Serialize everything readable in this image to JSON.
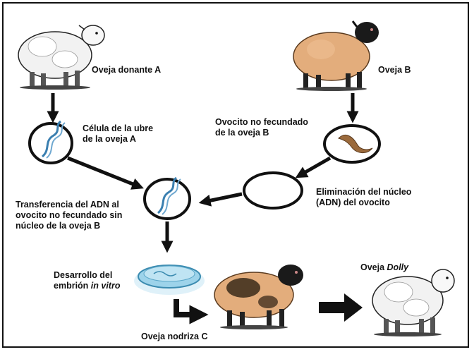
{
  "labels": {
    "sheep_a": "Oveja donante A",
    "sheep_b": "Oveja B",
    "cell_a_line1": "Célula de la ubre",
    "cell_a_line2": "de la oveja A",
    "oocyte_line1": "Ovocito no fecundado",
    "oocyte_line2": "de la oveja B",
    "enucleation_line1": "Eliminación del núcleo",
    "enucleation_line2": "(ADN) del ovocito",
    "transfer_line1": "Transferencia del ADN al",
    "transfer_line2": "ovocito no fecundado sin",
    "transfer_line3": "núcleo de la oveja B",
    "embryo_line1": "Desarrollo del",
    "embryo_line2_prefix": "embrión ",
    "embryo_line2_italic": "in vitro",
    "surrogate": "Oveja nodriza C",
    "dolly_prefix": "Oveja ",
    "dolly_italic": "Dolly"
  },
  "colors": {
    "sheep_white": "#f2f2f2",
    "sheep_tan": "#e3ad7c",
    "sheep_dark": "#1a1a1a",
    "dna": "#3a7fb0",
    "oocyte": "#9b6a3c",
    "dish": "#9dd3ea"
  },
  "icons": {
    "sheep_a": "white-sheep-icon",
    "sheep_b": "tan-sheep-black-head-icon",
    "sheep_c": "black-faced-sheep-icon",
    "dolly": "white-sheep-icon",
    "dna": "dna-helix-icon",
    "oocyte": "oocyte-icon",
    "dish": "petri-dish-icon"
  }
}
